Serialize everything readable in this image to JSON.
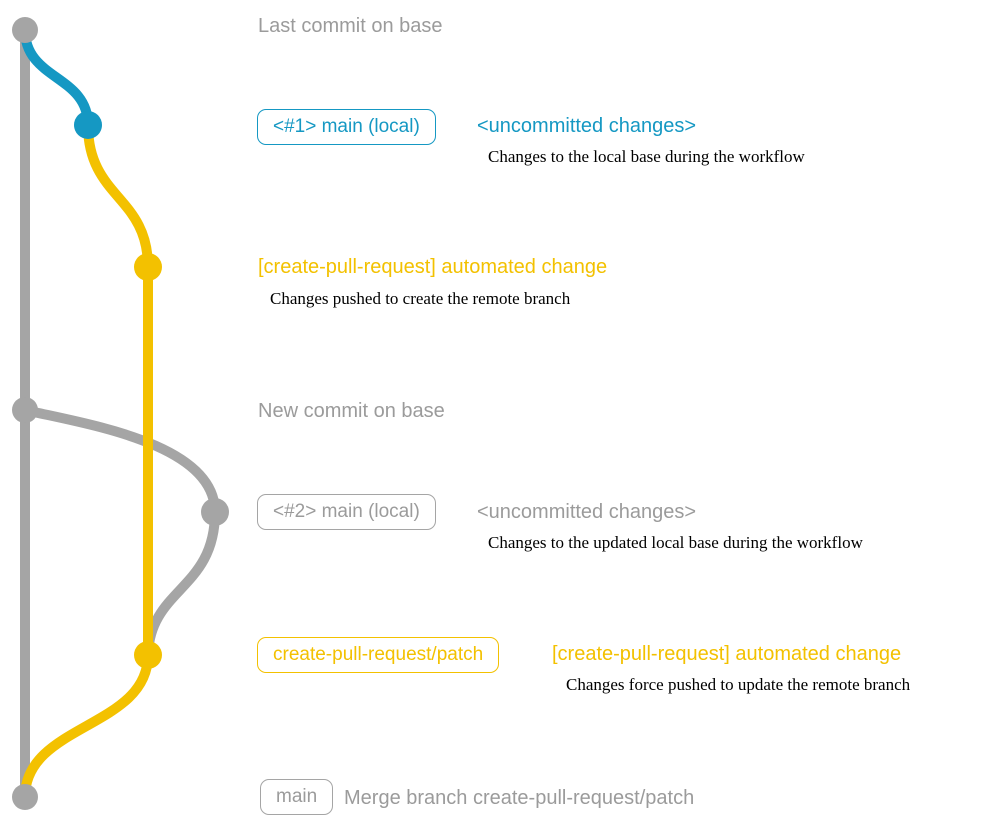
{
  "colors": {
    "gray": "#a5a5a5",
    "gray_text": "#9b9b9b",
    "blue": "#1598c3",
    "yellow": "#f3c100",
    "black": "#000000",
    "background": "#ffffff"
  },
  "headings": {
    "last_commit_on_base": "Last commit on base",
    "new_commit_on_base": "New commit on base"
  },
  "step1": {
    "branch_badge": "<#1> main (local)",
    "status": "<uncommitted changes>",
    "description": "Changes to the local base during the workflow"
  },
  "step2": {
    "commit_message": "[create-pull-request] automated change",
    "description": "Changes pushed to create the remote branch"
  },
  "step3": {
    "branch_badge": "<#2> main (local)",
    "status": "<uncommitted changes>",
    "description": "Changes to the updated local base during the workflow"
  },
  "step4": {
    "branch_badge": "create-pull-request/patch",
    "commit_message": "[create-pull-request] automated change",
    "description": "Changes force pushed to update the remote branch"
  },
  "step5": {
    "branch_badge": "main",
    "commit_message": "Merge branch create-pull-request/patch"
  }
}
